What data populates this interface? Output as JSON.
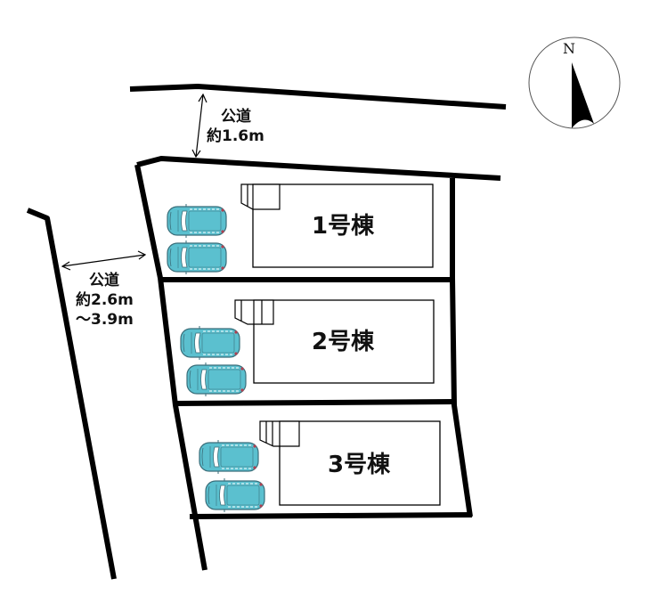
{
  "compass": {
    "label": "N",
    "icon": "north-arrow-icon"
  },
  "roads": {
    "north": {
      "label_line1": "公道",
      "label_line2": "約1.6m"
    },
    "west": {
      "label_line1": "公道",
      "label_line2": "約2.6m",
      "label_line3": "～3.9m"
    }
  },
  "lots": [
    {
      "label": "1号棟",
      "parking_spaces": 2
    },
    {
      "label": "2号棟",
      "parking_spaces": 2
    },
    {
      "label": "3号棟",
      "parking_spaces": 2
    }
  ],
  "colors": {
    "line": "#000000",
    "car_body": "#5bc0cf",
    "car_outline": "#3a6e7a",
    "background": "#ffffff"
  }
}
